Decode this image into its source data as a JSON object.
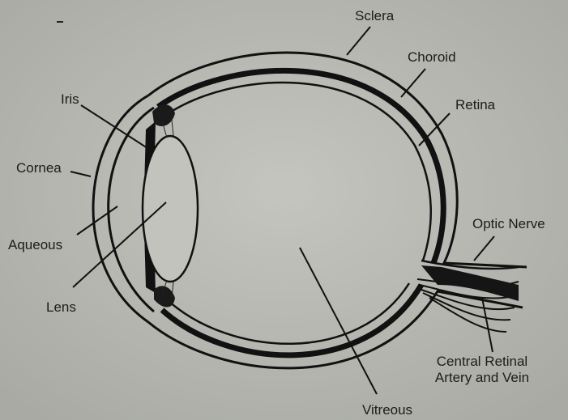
{
  "diagram": {
    "labels": {
      "sclera": "Sclera",
      "choroid": "Choroid",
      "retina": "Retina",
      "iris": "Iris",
      "cornea": "Cornea",
      "aqueous": "Aqueous",
      "lens": "Lens",
      "optic_nerve": "Optic Nerve",
      "central_retinal_line1": "Central Retinal",
      "central_retinal_line2": "Artery and Vein",
      "vitreous": "Vitreous"
    },
    "colors": {
      "background": "#b8b9b3",
      "ink": "#111111"
    }
  }
}
